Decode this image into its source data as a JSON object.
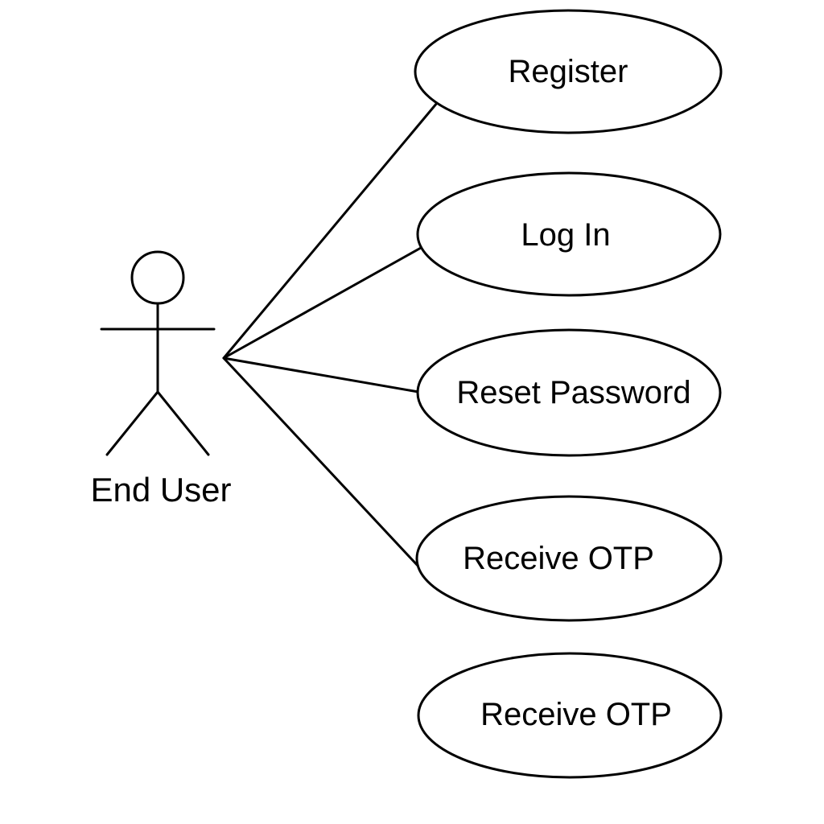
{
  "diagram": {
    "type": "use-case",
    "actor": {
      "name": "End User",
      "icon": "stick-figure-icon"
    },
    "use_cases": [
      {
        "id": "register",
        "label": "Register",
        "connected": true
      },
      {
        "id": "log-in",
        "label": "Log In",
        "connected": true
      },
      {
        "id": "reset-password",
        "label": "Reset Password",
        "connected": true
      },
      {
        "id": "receive-otp-1",
        "label": "Receive OTP",
        "connected": true
      },
      {
        "id": "receive-otp-2",
        "label": "Receive OTP",
        "connected": false
      }
    ],
    "colors": {
      "stroke": "#000000",
      "background": "#ffffff"
    }
  }
}
